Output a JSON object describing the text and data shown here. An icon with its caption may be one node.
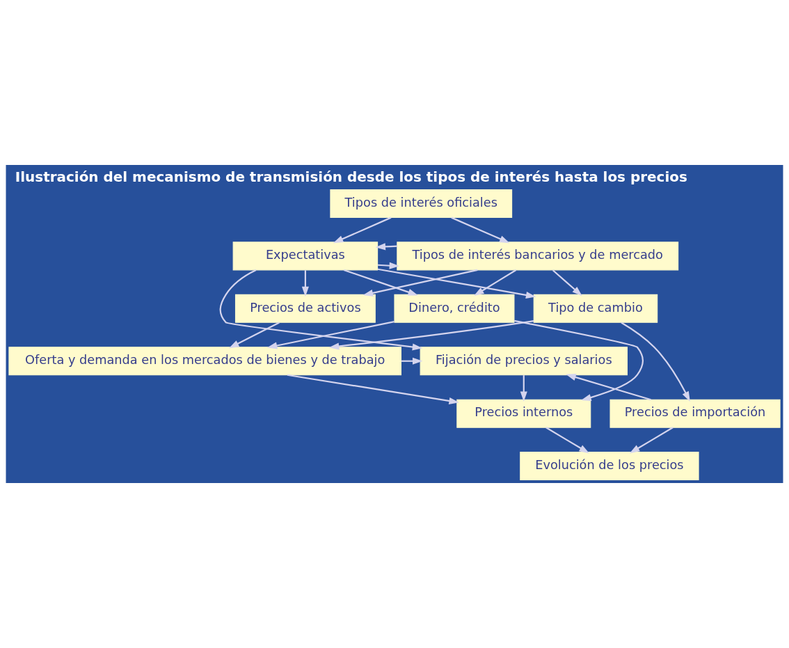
{
  "diagram": {
    "title": "Ilustración del mecanismo de transmisión desde los tipos de interés hasta los precios",
    "nodes": [
      {
        "text": [
          "Tipos de interés oficiales"
        ]
      },
      {
        "text": [
          "Expectativas"
        ]
      },
      {
        "text": [
          "Tipos de interés bancarios y de mercado"
        ]
      },
      {
        "text": [
          "Dinero, crédito"
        ]
      },
      {
        "text": [
          "Precios de activos"
        ]
      },
      {
        "text": [
          "Tipo de cambio"
        ]
      },
      {
        "text": [
          "Fijación de precios y salarios"
        ]
      },
      {
        "text": [
          "Oferta y demanda en los mercados de bienes y de trabajo"
        ]
      },
      {
        "text": [
          "Precios internos"
        ]
      },
      {
        "text": [
          "Precios de importación"
        ]
      },
      {
        "text": [
          "Evolución de los precios"
        ]
      }
    ],
    "edges": [
      {
        "from": 0,
        "to": 1,
        "arrow": "to"
      },
      {
        "from": 0,
        "to": 2,
        "arrow": "to"
      },
      {
        "from": 1,
        "to": 2,
        "arrow": "to"
      },
      {
        "from": 2,
        "to": 1,
        "arrow": "to"
      },
      {
        "from": 1,
        "to": 6,
        "arrow": "to"
      },
      {
        "from": 1,
        "to": 3,
        "arrow": "to"
      },
      {
        "from": 1,
        "to": 4,
        "arrow": "to"
      },
      {
        "from": 1,
        "to": 5,
        "arrow": "to"
      },
      {
        "from": 2,
        "to": 3,
        "arrow": "to"
      },
      {
        "from": 2,
        "to": 4,
        "arrow": "to"
      },
      {
        "from": 2,
        "to": 5,
        "arrow": "to"
      },
      {
        "from": 3,
        "to": 7,
        "arrow": "to"
      },
      {
        "from": 4,
        "to": 7,
        "arrow": "to"
      },
      {
        "from": 5,
        "to": 7,
        "arrow": "to"
      },
      {
        "from": 7,
        "to": 6,
        "arrow": "to"
      },
      {
        "from": 3,
        "to": 8,
        "arrow": "to"
      },
      {
        "from": 7,
        "to": 8,
        "arrow": "to"
      },
      {
        "from": 9,
        "to": 6,
        "arrow": "to"
      },
      {
        "from": 6,
        "to": 8,
        "arrow": "to"
      },
      {
        "from": 5,
        "to": 9,
        "arrow": "to"
      },
      {
        "from": 8,
        "to": 10,
        "arrow": "to"
      },
      {
        "from": 9,
        "to": 10,
        "arrow": "to"
      }
    ]
  }
}
